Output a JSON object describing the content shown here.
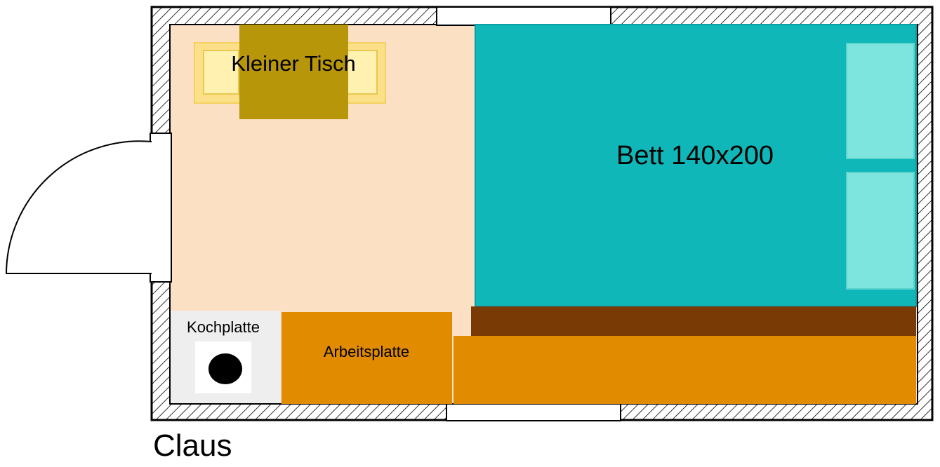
{
  "labels": {
    "table": "Kleiner Tisch",
    "bed": "Bett 140x200",
    "stove": "Kochplatte",
    "counter": "Arbeitsplatte",
    "owner": "Claus"
  },
  "colors": {
    "wall_hatch": "#000000",
    "floor": "#fce0c4",
    "bed": "#10b7b8",
    "pillow": "#7ee5de",
    "table": "#b8960a",
    "chairs": "#fbe089",
    "counter": "#e18b00",
    "shelf": "#7a3a05",
    "stove_bg": "#eeeeee"
  }
}
